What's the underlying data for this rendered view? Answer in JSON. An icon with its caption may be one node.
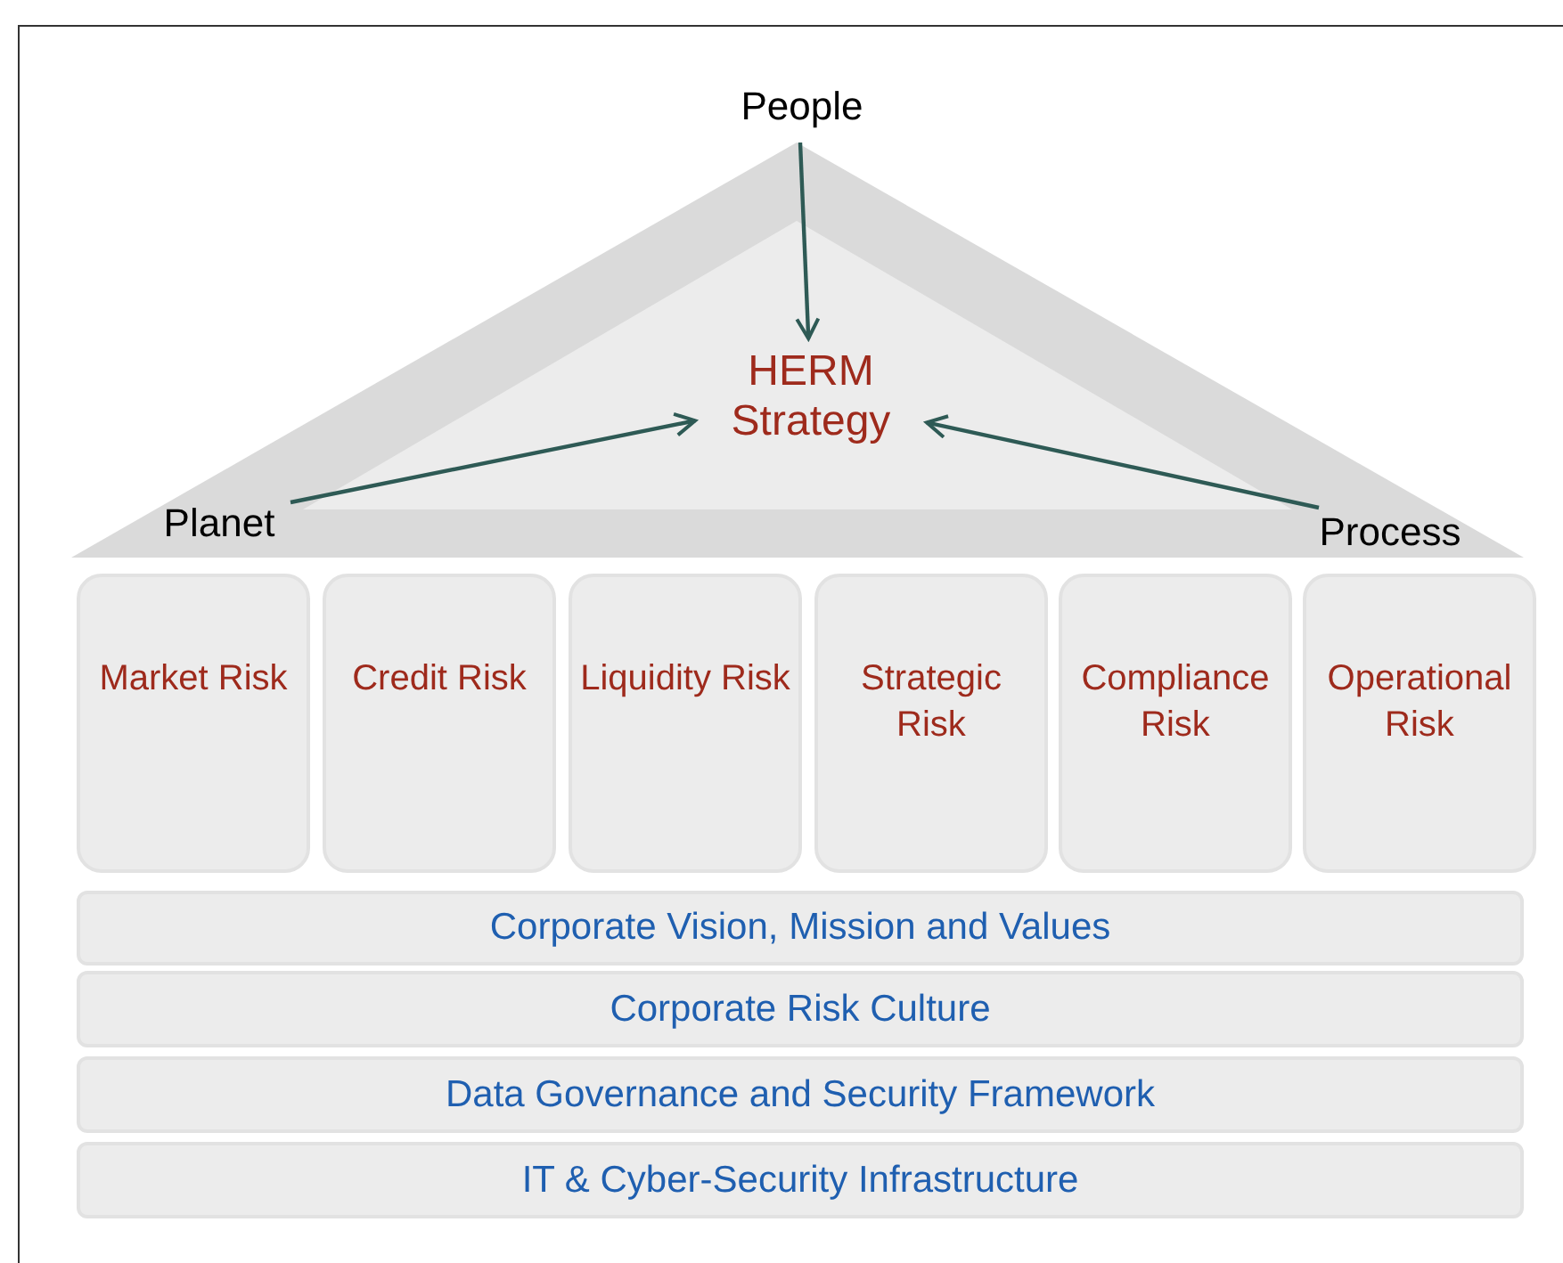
{
  "diagram": {
    "nodes": [
      {
        "text": [
          "People"
        ]
      },
      {
        "text": [
          "HERM Strategy"
        ]
      },
      {
        "text": [
          "Planet"
        ]
      },
      {
        "text": [
          "Process"
        ]
      },
      {
        "text": [
          "Market Risk"
        ]
      },
      {
        "text": [
          "Credit Risk"
        ]
      },
      {
        "text": [
          "Liquidity Risk"
        ]
      },
      {
        "text": [
          "Strategic Risk"
        ]
      },
      {
        "text": [
          "Compliance Risk"
        ]
      },
      {
        "text": [
          "Operational Risk"
        ]
      },
      {
        "text": [
          "Corporate Vision, Mission and Values"
        ]
      },
      {
        "text": [
          "Corporate Risk Culture"
        ]
      },
      {
        "text": [
          "Data Governance and Security Framework"
        ]
      },
      {
        "text": [
          "IT & Cyber-Security Infrastructure"
        ]
      }
    ],
    "edges": [
      {
        "from": 0,
        "to": 1,
        "arrow": "to"
      },
      {
        "from": 2,
        "to": 1,
        "arrow": "to"
      },
      {
        "from": 3,
        "to": 1,
        "arrow": "to"
      }
    ]
  }
}
